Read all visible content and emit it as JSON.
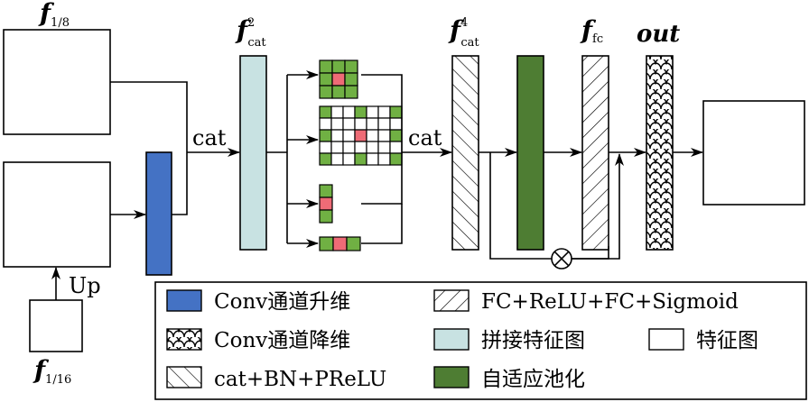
{
  "colors": {
    "conv_up": "#4472c4",
    "concat": "#c8e2e2",
    "pool": "#4e7d33",
    "kernel_green": "#70b043",
    "kernel_center": "#ee6b76"
  },
  "labels": {
    "f18_main": "f",
    "f18_sub": "1/8",
    "f116_main": "f",
    "f116_sub": "1/16",
    "up": "Up",
    "cat1": "cat",
    "cat2": "cat",
    "fcat2_main": "f",
    "fcat2_sup": "2",
    "fcat2_sub": "cat",
    "fcat4_main": "f",
    "fcat4_sup": "4",
    "fcat4_sub": "cat",
    "ffc_main": "f",
    "ffc_sub": "fc",
    "out": "out"
  },
  "legend": {
    "items": [
      {
        "icon": "blue-fill",
        "label": "Conv通道升维"
      },
      {
        "icon": "reverse-hatch",
        "label": "FC+ReLU+FC+Sigmoid"
      },
      {
        "icon": "scale-pattern",
        "label": "Conv通道降维"
      },
      {
        "icon": "light-cyan-fill",
        "label": "拼接特征图"
      },
      {
        "icon": "white-fill",
        "label": "特征图"
      },
      {
        "icon": "forward-hatch",
        "label": "cat+BN+PReLU"
      },
      {
        "icon": "green-fill",
        "label": "自适应池化"
      }
    ]
  }
}
